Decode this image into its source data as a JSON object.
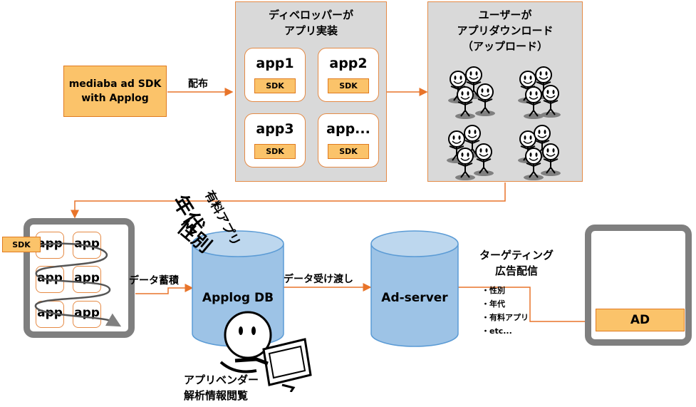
{
  "sdk": {
    "line1": "mediaba ad SDK",
    "line2": "with Applog"
  },
  "distribute_label": "配布",
  "developer_panel": {
    "title1": "ディベロッパーが",
    "title2": "アプリ実装",
    "apps": [
      {
        "name": "app1",
        "tag": "SDK"
      },
      {
        "name": "app2",
        "tag": "SDK"
      },
      {
        "name": "app3",
        "tag": "SDK"
      },
      {
        "name": "app...",
        "tag": "SDK"
      }
    ]
  },
  "user_panel": {
    "title1": "ユーザーが",
    "title2": "アプリダウンロード",
    "title3": "（アップロード）"
  },
  "device_left": {
    "tag": "SDK",
    "apps": [
      "app",
      "app",
      "app",
      "app",
      "app",
      "app"
    ]
  },
  "store_label": "データ蓄積",
  "db_label": "Applog DB",
  "flying_words": [
    "有料アプリ",
    "年代",
    "性別"
  ],
  "transfer_label": "データ受け渡し",
  "server_label": "Ad-server",
  "targeting": {
    "title1": "ターゲティング",
    "title2": "広告配信",
    "items": [
      "・性別",
      "・年代",
      "・有料アプリ",
      "・etc..."
    ]
  },
  "ad_label": "AD",
  "vendor": {
    "line1": "アプリベンダー",
    "line2": "解析情報閲覧"
  },
  "colors": {
    "arrow": "#e8742a",
    "sdk_fill": "#fbc36a",
    "panel": "#d9d9d9",
    "cylinder": "#9dc3e6",
    "device_frame": "#7f7f7f"
  }
}
